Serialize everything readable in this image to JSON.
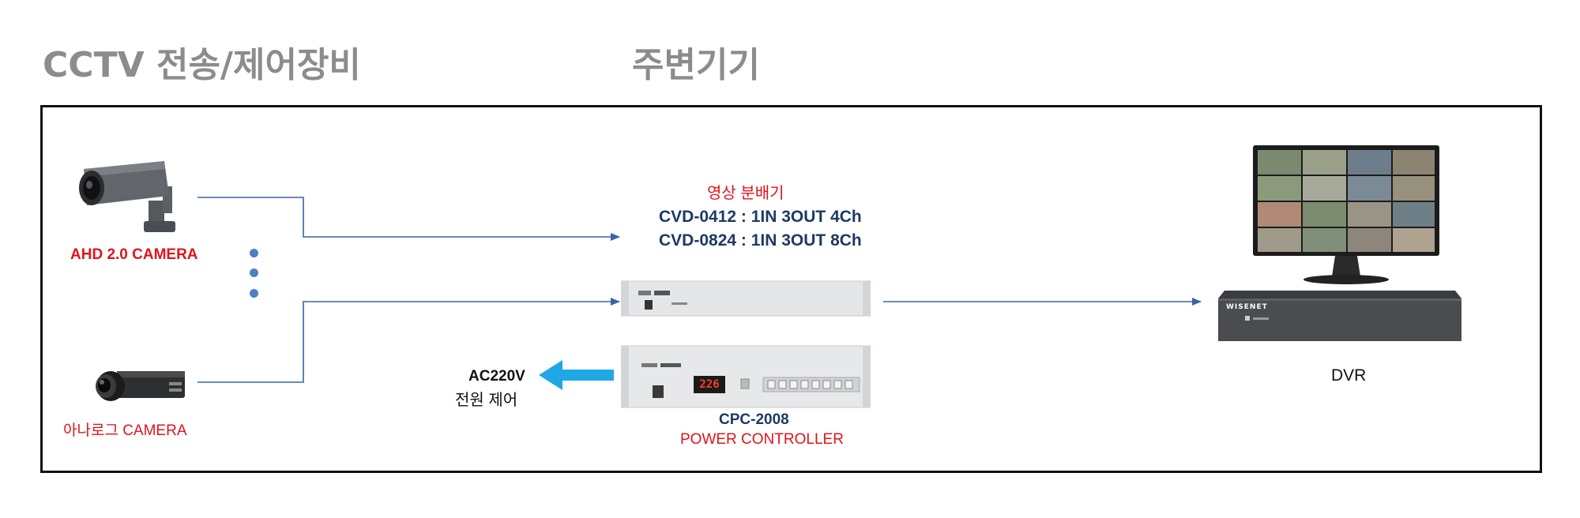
{
  "titles": {
    "left": "CCTV 전송/제어장비",
    "right": "주변기기"
  },
  "nodes": {
    "ahd_camera": {
      "label": "AHD 2.0 CAMERA"
    },
    "analog_camera": {
      "label": "아나로그 CAMERA"
    },
    "video_distributor": {
      "title": "영상 분배기",
      "models": [
        "CVD-0412 : 1IN 3OUT 4Ch",
        "CVD-0824 : 1IN 3OUT 8Ch"
      ]
    },
    "power_controller": {
      "model": "CPC-2008",
      "name": "POWER CONTROLLER",
      "display": "226"
    },
    "power_output": {
      "voltage": "AC220V",
      "label": "전원 제어"
    },
    "dvr": {
      "label": "DVR",
      "brand": "WISENET"
    }
  },
  "colors": {
    "heading": "#8c8c8c",
    "accent_red": "#e0141b",
    "model_navy": "#1d3a63",
    "connector": "#3a64a8",
    "power_arrow": "#1fa7e6",
    "frame": "#111111"
  }
}
